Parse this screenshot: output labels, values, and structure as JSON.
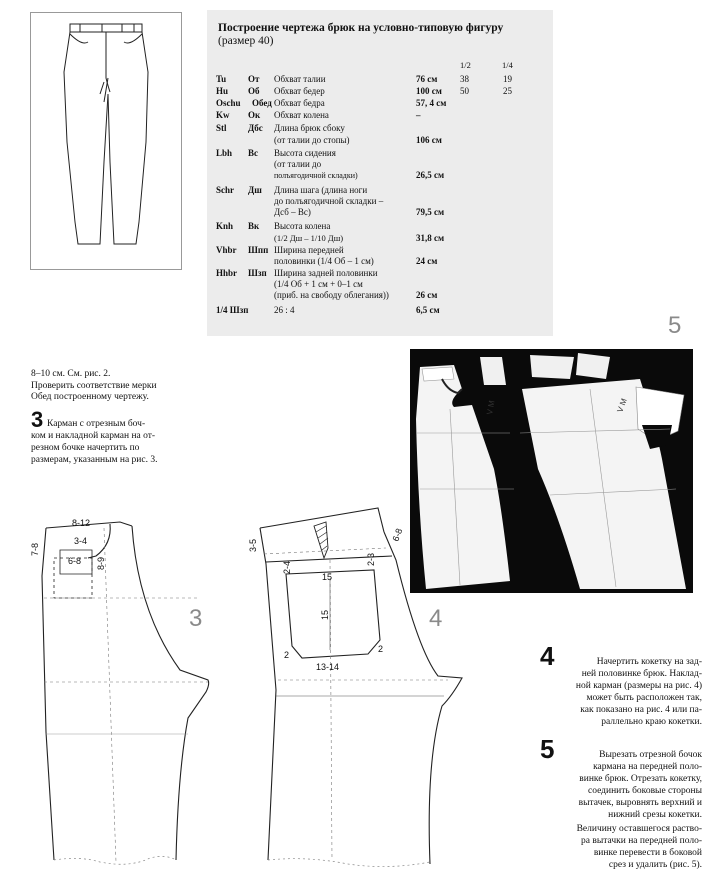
{
  "table": {
    "title": "Построение чертежа брюк на условно-типовую фигуру",
    "subtitle": "(размер 40)",
    "col_half": "1/2",
    "col_quarter": "1/4",
    "rows": [
      {
        "code": "Tu",
        "ru": "От",
        "name": "Обхват талии",
        "value": "76 см",
        "half": "38",
        "quarter": "19"
      },
      {
        "code": "Hu",
        "ru": "Об",
        "name": "Обхват бедер",
        "value": "100 см",
        "half": "50",
        "quarter": "25"
      },
      {
        "code": "Oschu",
        "ru": "Обед",
        "name": "Обхват бедра",
        "value": "57, 4 см",
        "half": "",
        "quarter": ""
      },
      {
        "code": "Kw",
        "ru": "Ок",
        "name": "Обхват колена",
        "value": "–",
        "half": "",
        "quarter": ""
      },
      {
        "code": "Stl",
        "ru": "Дбс",
        "name": "Длина брюк сбоку",
        "name2": "(от талии до стопы)",
        "value": "106 см"
      },
      {
        "code": "Lbh",
        "ru": "Вс",
        "name": "Высота сидения",
        "name2": "(от талии до",
        "name3": "полъягодичной складки)",
        "value": "26,5 см"
      },
      {
        "code": "Schr",
        "ru": "Дш",
        "name": "Длина шага (длина ноги",
        "name2": "до полъягодичной складки –",
        "name3": "Дсб – Вс)",
        "value": "79,5 см"
      },
      {
        "code": "Knh",
        "ru": "Вк",
        "name": "Высота колена",
        "name2": "(1/2 Дш – 1/10 Дш)",
        "value": "31,8 см"
      },
      {
        "code": "Vhbr",
        "ru": "Шпп",
        "name": "Ширина передней",
        "name2": "половинки (1/4 Об – 1 см)",
        "value": "24 см"
      },
      {
        "code": "Hhbr",
        "ru": "Шзп",
        "name": "Ширина задней половинки",
        "name2": "(1/4 Об + 1 см + 0–1 см",
        "name3": "(приб. на свободу облегания))",
        "value": "26 см"
      },
      {
        "code": "1/4 Шзп",
        "ru": "",
        "name": "26 : 4",
        "value": "6,5 см"
      }
    ]
  },
  "note": {
    "line1": "8–10 см. См. рис. 2.",
    "line2": "Проверить соответствие мерки",
    "line3": "Обед построенному чертежу."
  },
  "step3": {
    "number": "3",
    "lines": [
      "Карман с отрезным боч-",
      "ком и накладной карман на от-",
      "резном бочке начертить по",
      "размерам, указанным на рис. 3."
    ]
  },
  "step4": {
    "number": "4",
    "lines": [
      "Начертить кокетку на зад-",
      "ней половинке брюк. Наклад-",
      "ной карман (размеры на рис. 4)",
      "может быть расположен так,",
      "как показано на рис. 4 или па-",
      "раллельно краю кокетки."
    ]
  },
  "step5": {
    "number": "5",
    "lines": [
      "Вырезать отрезной бочок",
      "кармана на передней поло-",
      "винке брюк. Отрезать кокетку,",
      "соединить боковые стороны",
      "вытачек, выровнять верхний и",
      "нижний срезы кокетки.",
      "Величину оставшегося раство-",
      "ра вытачки на передней поло-",
      "винке перевести в боковой",
      "срез и удалить (рис. 5)."
    ]
  },
  "figures": {
    "fig3": {
      "number": "3",
      "labels": {
        "top": "8-12",
        "side": "7-8",
        "pocket_w": "6-8",
        "pocket_h1": "3-4",
        "pocket_h2": "8-9"
      }
    },
    "fig4": {
      "number": "4",
      "labels": {
        "left": "3-5",
        "right": "6-8",
        "yoke_l": "2-4",
        "yoke_r": "2-3",
        "pocket_top": "15",
        "pocket_h": "15",
        "corner_l": "2",
        "corner_r": "2",
        "bottom": "13-14"
      }
    },
    "fig5": {
      "number": "5"
    }
  }
}
